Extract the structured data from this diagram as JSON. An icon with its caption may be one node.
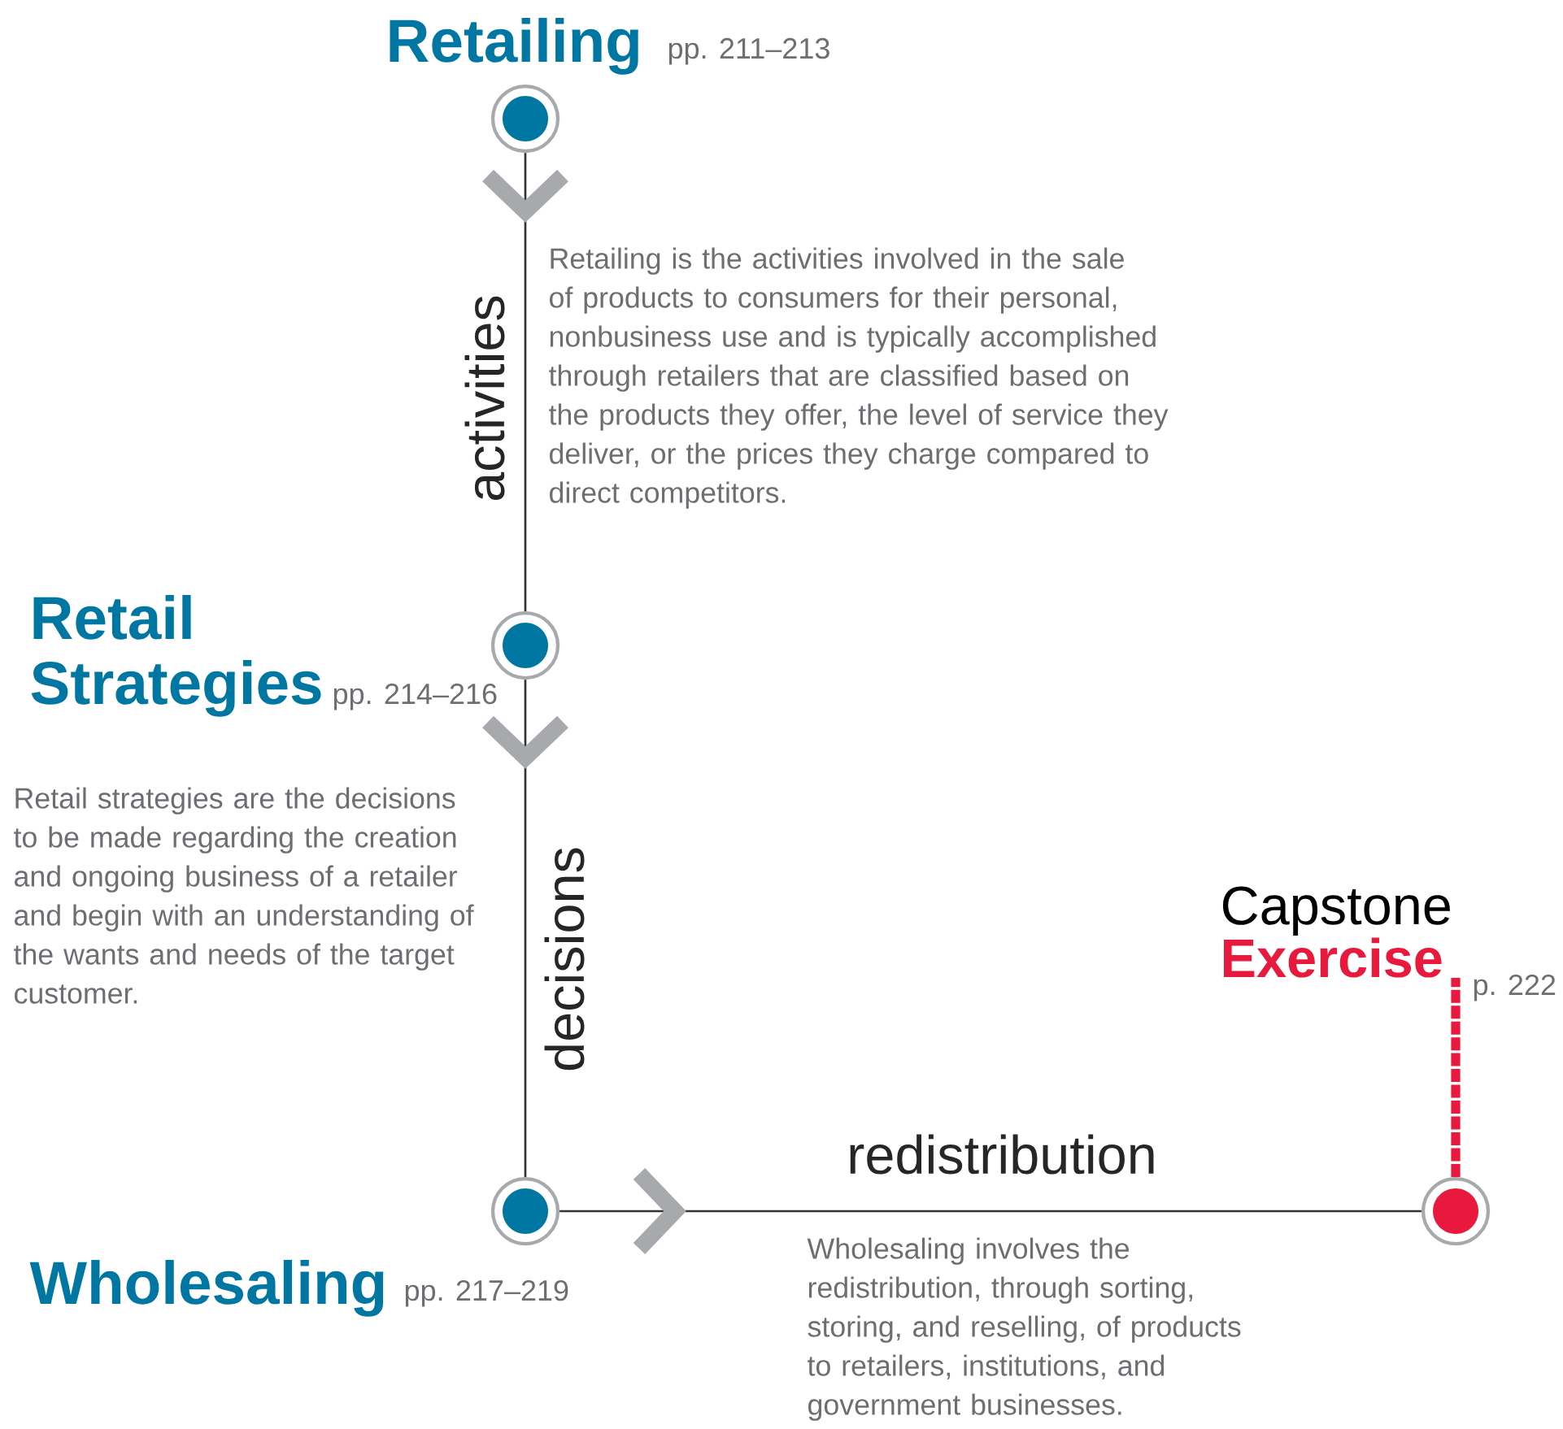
{
  "diagram": {
    "nodes": [
      {
        "text": [
          "Retailing"
        ],
        "beside": [
          "pp. 211–213"
        ]
      },
      {
        "text": [
          "Retail Strategies"
        ],
        "beside": [
          "pp. 214–216"
        ]
      },
      {
        "text": [
          "Wholesaling"
        ],
        "beside": [
          "pp. 217–219"
        ]
      },
      {
        "text": [],
        "shape": "circle"
      },
      {
        "text": [
          "Capstone",
          "Exercise"
        ],
        "beside": [
          "p. 222"
        ]
      }
    ],
    "edges": [
      {
        "from": 0,
        "to": 1,
        "arrow": "to",
        "label": "activities"
      },
      {
        "from": 1,
        "to": 2,
        "arrow": "to",
        "label": "decisions"
      },
      {
        "from": 2,
        "to": 3,
        "arrow": "to",
        "label": "redistribution"
      },
      {
        "from": 3,
        "to": 4,
        "arrow": "none",
        "style": "dashed",
        "color": "#e8193c"
      }
    ],
    "labels": [
      "Retailing is the activities involved in the sale of products to consumers for their personal, nonbusiness use and is typically accomplished through retailers that are classified based on the products they offer, the level of service they deliver, or the prices they charge compared to direct competitors.",
      "Retail strategies are the decisions to be made regarding the creation and ongoing business of a retailer and begin with an understanding of the wants and needs of the target customer.",
      "Wholesaling involves the redistribution, through sorting, storing, and reselling, of products to retailers, institutions, and government businesses."
    ]
  }
}
